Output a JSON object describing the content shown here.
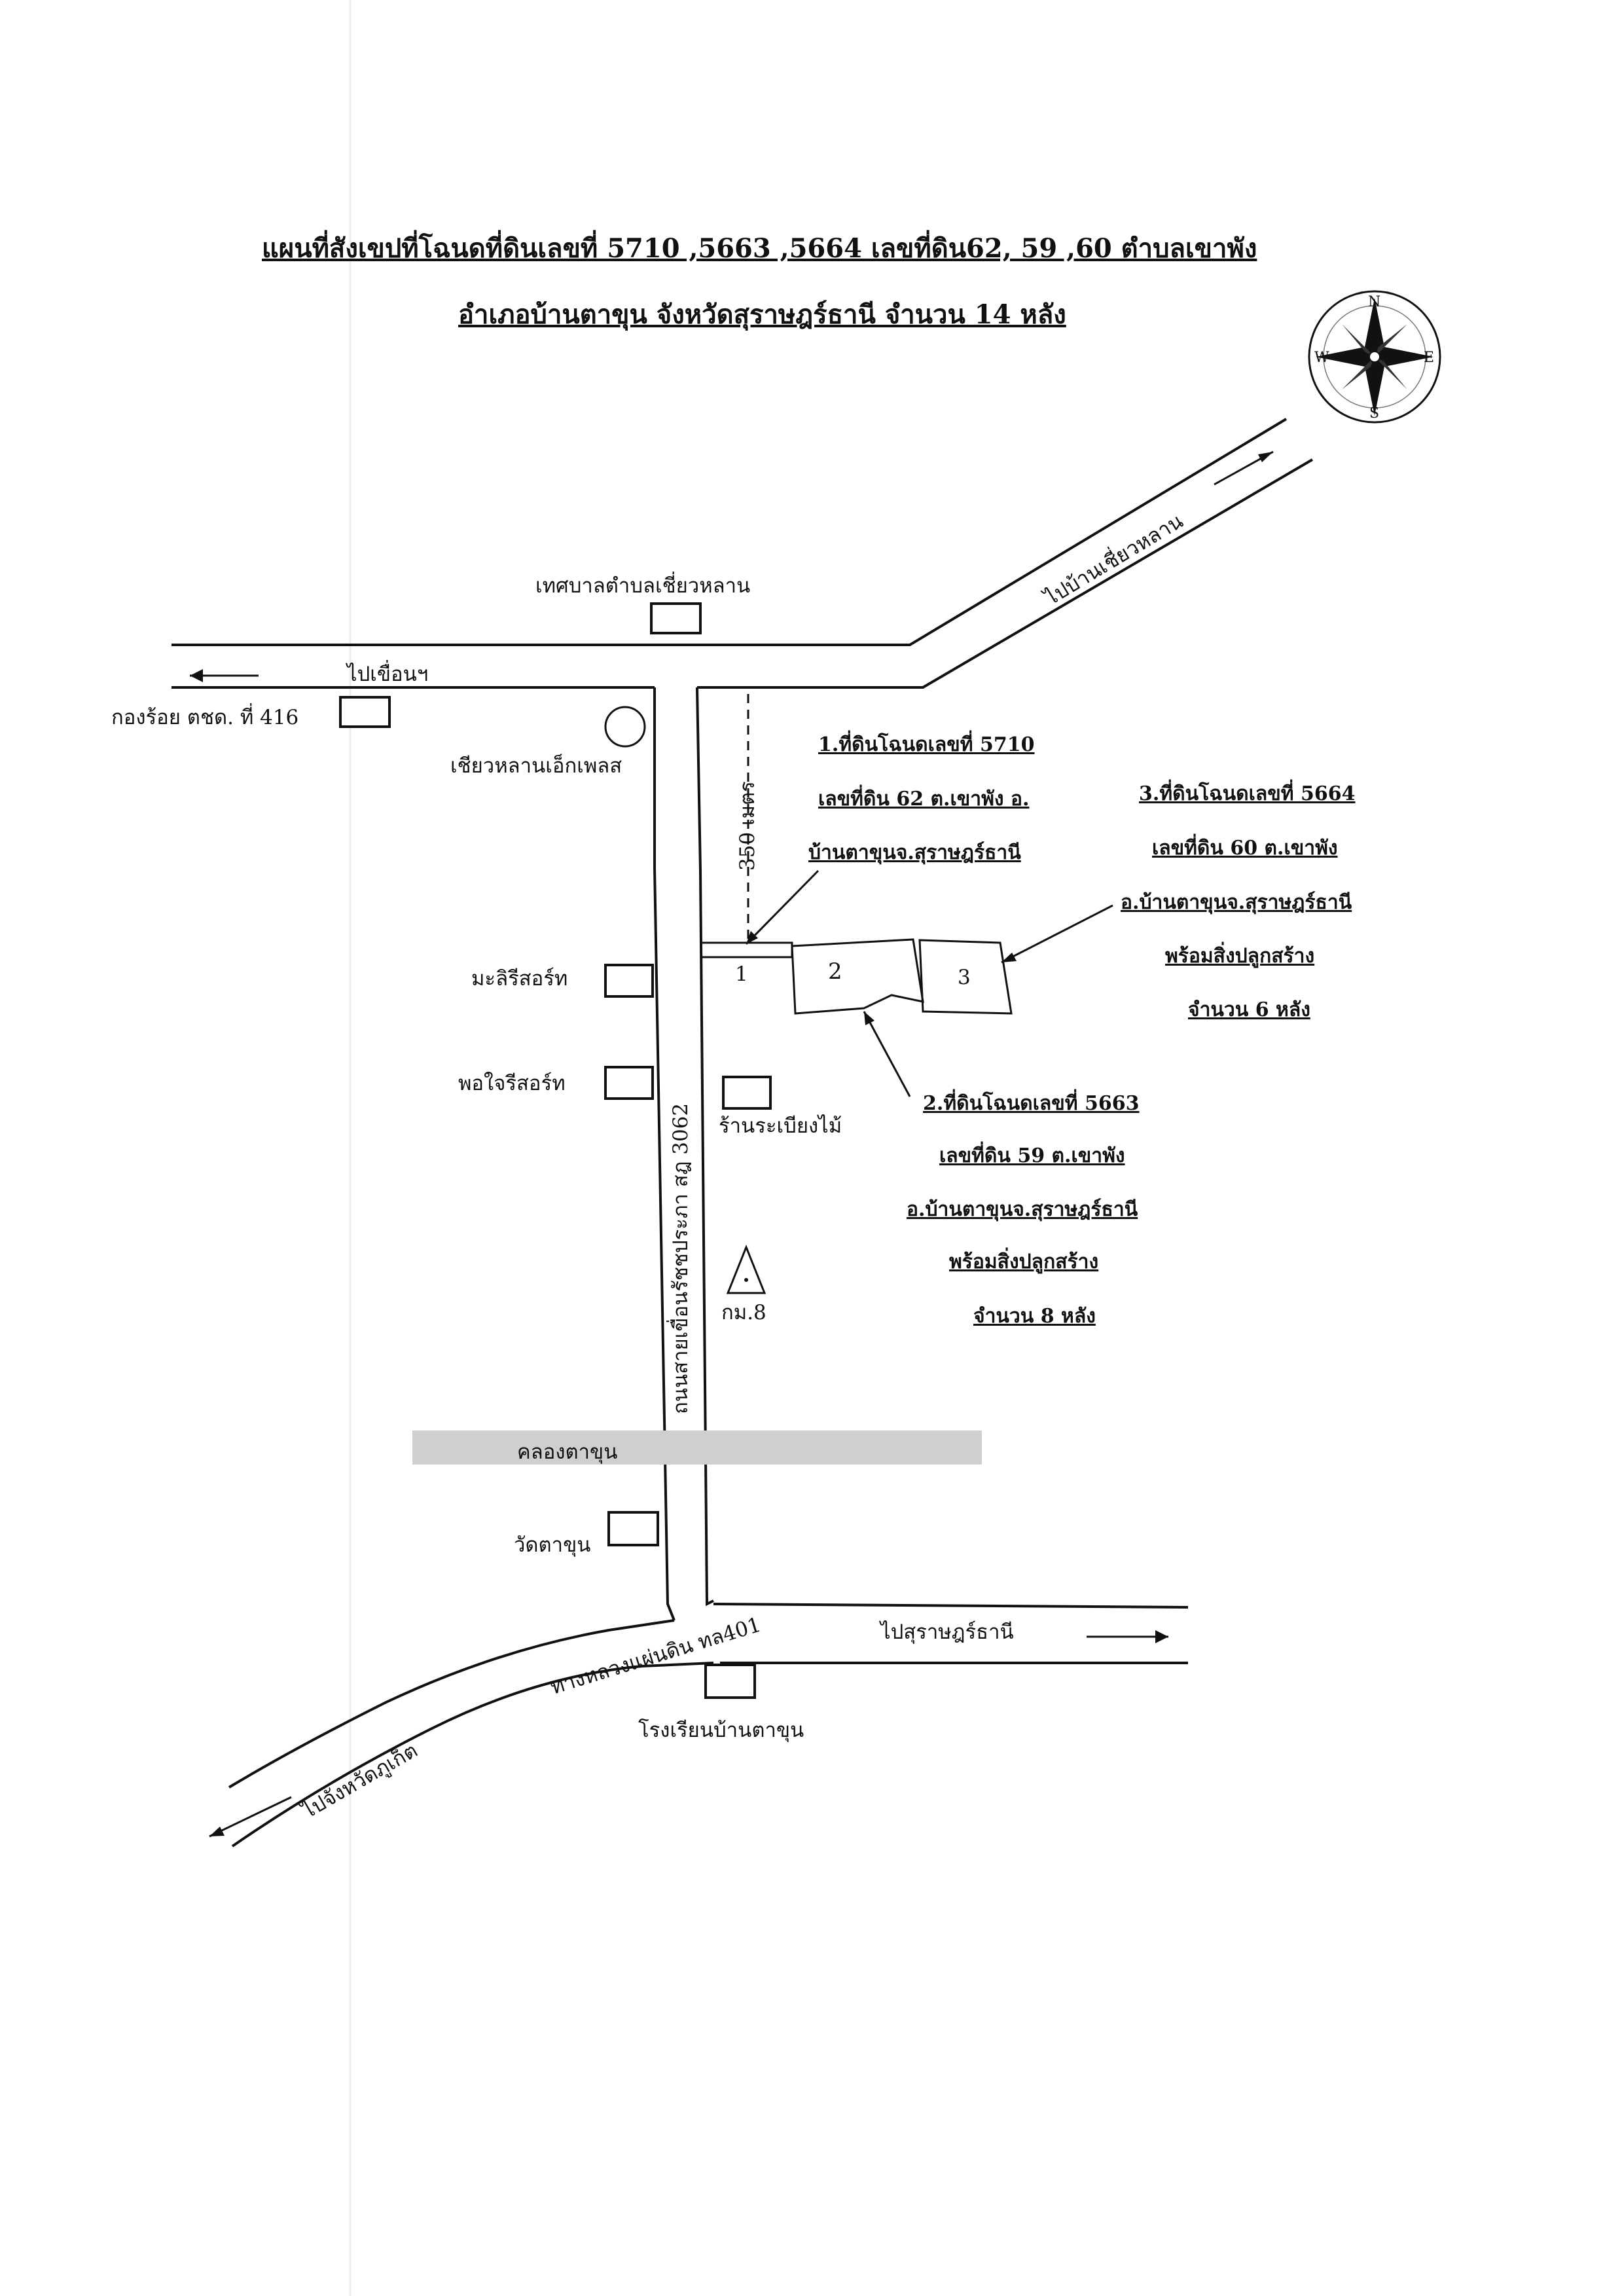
{
  "title": {
    "line1": "แผนที่สังเขปที่โฉนดที่ดินเลขที่ 5710 ,5663 ,5664  เลขที่ดิน62,  59 ,60  ตำบลเขาพัง",
    "line2": "อำเภอบ้านตาขุน จังหวัดสุราษฎร์ธานี จำนวน 14 หลัง"
  },
  "compass": {
    "n": "N",
    "s": "S",
    "e": "E",
    "w": "W"
  },
  "roads": {
    "to_dam": "ไปเขื่อนฯ",
    "to_chiew_lan": "ไปบ้านเชี่ยวหลาน",
    "main_road": "ถนนสายเขื่อนรัชชประภา สฎ 3062",
    "highway": "ทางหลวงแผ่นดิน ทล401",
    "to_surat": "ไปสุราษฎร์ธานี",
    "to_phuket": "ไปจังหวัดภูเก็ต",
    "canal": "คลองตาขุน",
    "distance": "350 เมตร"
  },
  "places": {
    "municipality": "เทศบาลตำบลเชี่ยวหลาน",
    "army_company": "กองร้อย ตชด. ที่ 416",
    "express_shop": "เชียวหลานเอ็กเพลส",
    "mali_resort": "มะลิรีสอร์ท",
    "pojai_resort": "พอใจรีสอร์ท",
    "wood_shop": "ร้านระเบียงไม้",
    "km_marker": "กม.8",
    "temple": "วัดตาขุน",
    "school": "โรงเรียนบ้านตาขุน"
  },
  "parcels": [
    "1",
    "2",
    "3"
  ],
  "notes": {
    "parcel1": [
      "1.ที่ดินโฉนดเลขที่ 5710",
      "เลขที่ดิน 62 ต.เขาพัง อ.",
      "บ้านตาขุนจ.สุราษฎร์ธานี"
    ],
    "parcel2": [
      "2.ที่ดินโฉนดเลขที่ 5663",
      "เลขที่ดิน 59 ต.เขาพัง",
      "อ.บ้านตาขุนจ.สุราษฎร์ธานี",
      "พร้อมสิ่งปลูกสร้าง",
      "จำนวน 8 หลัง"
    ],
    "parcel3": [
      "3.ที่ดินโฉนดเลขที่ 5664",
      "เลขที่ดิน 60 ต.เขาพัง",
      "อ.บ้านตาขุนจ.สุราษฎร์ธานี",
      "พร้อมสิ่งปลูกสร้าง",
      "จำนวน 6 หลัง"
    ]
  },
  "colors": {
    "ink": "#111111",
    "canal": "#cfcfcf",
    "paper": "#ffffff"
  }
}
